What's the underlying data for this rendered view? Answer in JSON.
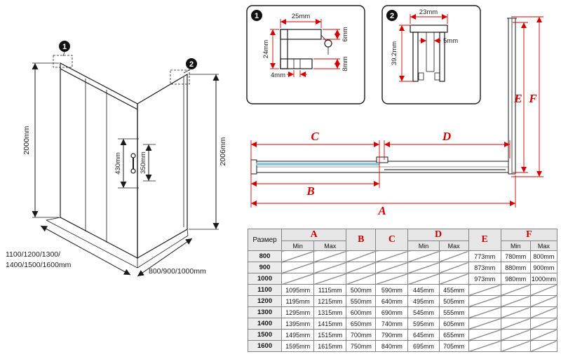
{
  "colors": {
    "dimension_red": "#d40000",
    "drawing_black": "#1a1a1a",
    "glass_blue": "#8fc6de",
    "header_bg": "#e6e6e6"
  },
  "iso_view": {
    "marker_1": "1",
    "marker_2": "2",
    "height_left": "2000mm",
    "height_right": "2006mm",
    "handle_height_outer": "430mm",
    "handle_height_inner": "350mm",
    "door_width_options_line1": "1100/1200/1300/",
    "door_width_options_line2": "1400/1500/1600mm",
    "side_width_options": "800/900/1000mm"
  },
  "detail_1": {
    "marker": "1",
    "top_width": "25mm",
    "left_height": "24mm",
    "upper_right_height": "6mm",
    "slot_width": "4mm",
    "lower_right_height": "8mm"
  },
  "detail_2": {
    "marker": "2",
    "top_width": "23mm",
    "slot_width": "5mm",
    "left_height": "39.2mm"
  },
  "plan_view": {
    "label_a": "A",
    "label_b": "B",
    "label_c": "C",
    "label_d": "D",
    "label_e": "E",
    "label_f": "F"
  },
  "table": {
    "size_header": "Размер",
    "min_label": "Min",
    "max_label": "Max",
    "col_a": "A",
    "col_b": "B",
    "col_c": "C",
    "col_d": "D",
    "col_e": "E",
    "col_f": "F",
    "rows": [
      {
        "size": "800",
        "e": "773mm",
        "f_min": "780mm",
        "f_max": "800mm"
      },
      {
        "size": "900",
        "e": "873mm",
        "f_min": "880mm",
        "f_max": "900mm"
      },
      {
        "size": "1000",
        "e": "973mm",
        "f_min": "980mm",
        "f_max": "1000mm"
      },
      {
        "size": "1100",
        "a_min": "1095mm",
        "a_max": "1115mm",
        "b": "500mm",
        "c": "590mm",
        "d_min": "445mm",
        "d_max": "455mm"
      },
      {
        "size": "1200",
        "a_min": "1195mm",
        "a_max": "1215mm",
        "b": "550mm",
        "c": "640mm",
        "d_min": "495mm",
        "d_max": "505mm"
      },
      {
        "size": "1300",
        "a_min": "1295mm",
        "a_max": "1315mm",
        "b": "600mm",
        "c": "690mm",
        "d_min": "545mm",
        "d_max": "555mm"
      },
      {
        "size": "1400",
        "a_min": "1395mm",
        "a_max": "1415mm",
        "b": "650mm",
        "c": "740mm",
        "d_min": "595mm",
        "d_max": "605mm"
      },
      {
        "size": "1500",
        "a_min": "1495mm",
        "a_max": "1515mm",
        "b": "700mm",
        "c": "790mm",
        "d_min": "645mm",
        "d_max": "655mm"
      },
      {
        "size": "1600",
        "a_min": "1595mm",
        "a_max": "1615mm",
        "b": "750mm",
        "c": "840mm",
        "d_min": "695mm",
        "d_max": "705mm"
      }
    ]
  }
}
